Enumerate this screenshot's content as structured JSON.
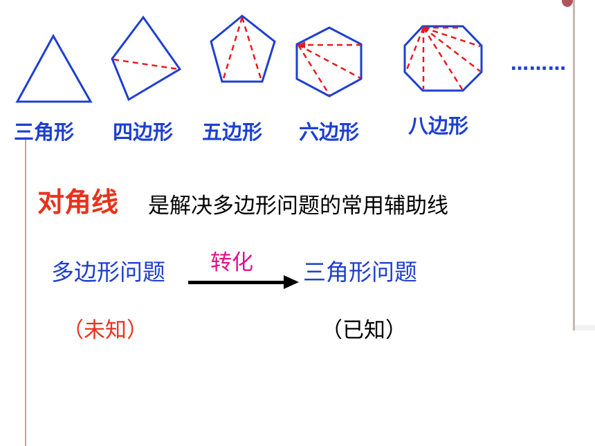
{
  "shapes": {
    "triangle_label": "三角形",
    "quadrilateral_label": "四边形",
    "pentagon_label": "五边形",
    "hexagon_label": "六边形",
    "octagon_label": "八边形",
    "ellipsis": "………"
  },
  "statement": {
    "key_term": "对角线",
    "text": "是解决多边形问题的常用辅助线"
  },
  "transform": {
    "from": "多边形问题",
    "label": "转化",
    "to": "三角形问题",
    "from_status": "（未知）",
    "to_status": "（已知）"
  },
  "colors": {
    "shape_stroke": "#1d3fd0",
    "diagonal": "#e8191c",
    "key_term": "#e8321c",
    "transform_label": "#e0118a"
  }
}
